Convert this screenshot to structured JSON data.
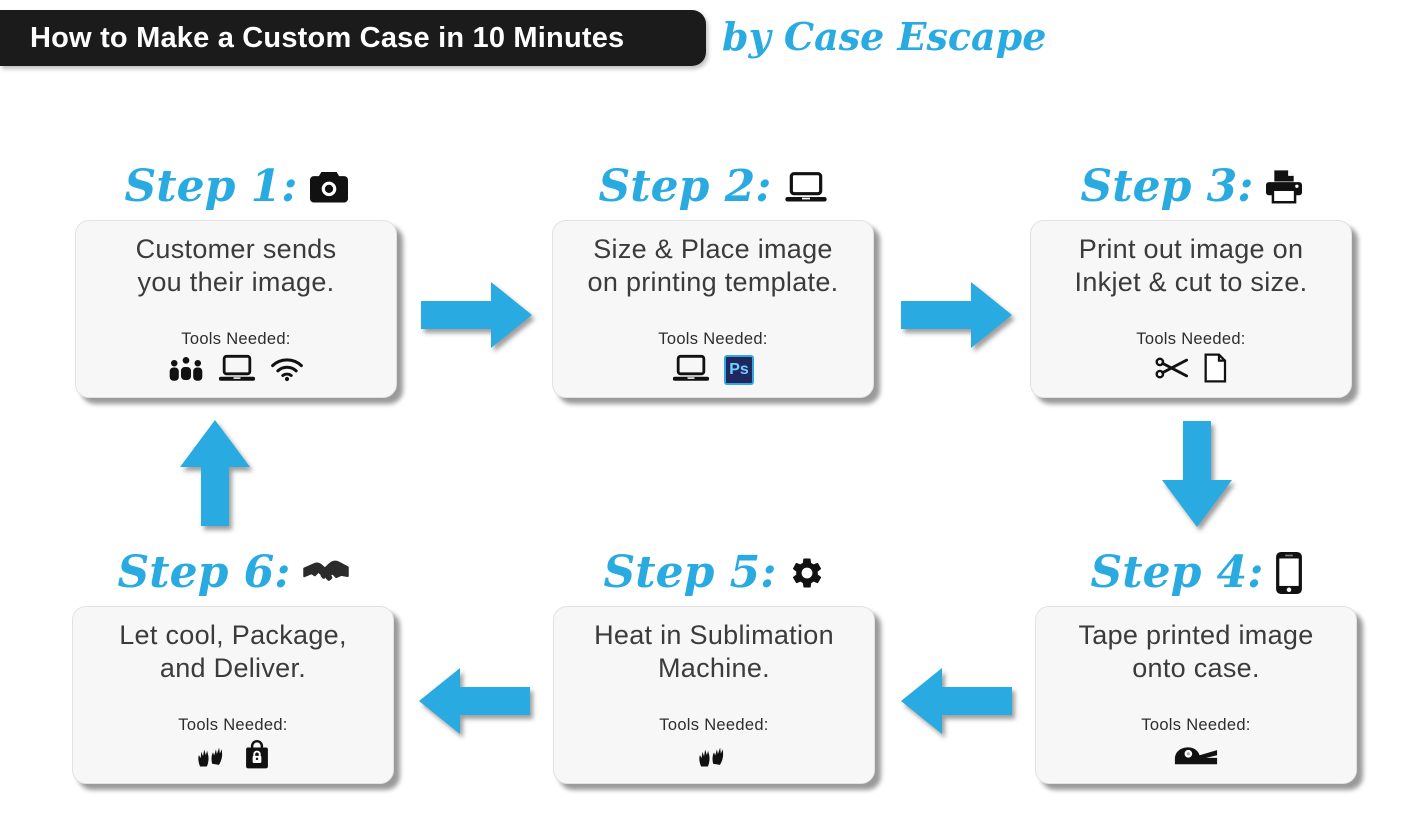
{
  "colors": {
    "accent": "#29abe2",
    "banner_bg": "#1b1b1b",
    "card_bg": "#f7f7f7",
    "text": "#3b3b3b"
  },
  "header": {
    "title": "How to Make a Custom Case in 10 Minutes",
    "byline": "by Case Escape"
  },
  "steps": [
    {
      "title": "Step 1:",
      "icon": "camera-icon",
      "lines": [
        "Customer sends",
        "you their image."
      ],
      "tools_label": "Tools Needed:",
      "tools": [
        "users-icon",
        "laptop-icon",
        "wifi-icon"
      ]
    },
    {
      "title": "Step 2:",
      "icon": "laptop-icon",
      "lines": [
        "Size & Place image",
        "on printing template."
      ],
      "tools_label": "Tools Needed:",
      "tools": [
        "laptop-icon",
        "photoshop-icon"
      ],
      "ps_label": "Ps"
    },
    {
      "title": "Step 3:",
      "icon": "printer-icon",
      "lines": [
        "Print out image on",
        "Inkjet & cut to size."
      ],
      "tools_label": "Tools Needed:",
      "tools": [
        "scissors-icon",
        "paper-icon"
      ]
    },
    {
      "title": "Step 4:",
      "icon": "smartphone-icon",
      "lines": [
        "Tape printed image",
        "onto case."
      ],
      "tools_label": "Tools Needed:",
      "tools": [
        "tape-dispenser-icon"
      ]
    },
    {
      "title": "Step 5:",
      "icon": "gear-icon",
      "lines": [
        "Heat in Sublimation",
        "Machine."
      ],
      "tools_label": "Tools Needed:",
      "tools": [
        "gloves-icon"
      ]
    },
    {
      "title": "Step 6:",
      "icon": "handshake-icon",
      "lines": [
        "Let cool, Package,",
        "and Deliver."
      ],
      "tools_label": "Tools Needed:",
      "tools": [
        "gloves-icon",
        "lock-bag-icon"
      ]
    }
  ],
  "flow": [
    "1→2 right",
    "2→3 right",
    "3→4 down",
    "4→5 left",
    "5→6 left",
    "6→1 up"
  ]
}
